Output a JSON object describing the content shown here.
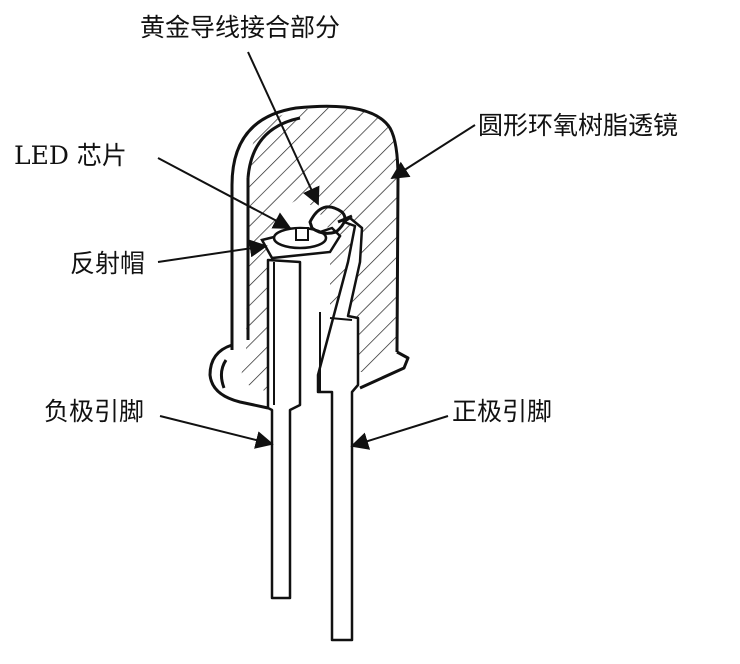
{
  "labels": {
    "gold_wire": "黄金导线接合部分",
    "lens": "圆形环氧树脂透镜",
    "chip": "LED 芯片",
    "reflector": "反射帽",
    "cathode": "负极引脚",
    "anode": "正极引脚"
  }
}
